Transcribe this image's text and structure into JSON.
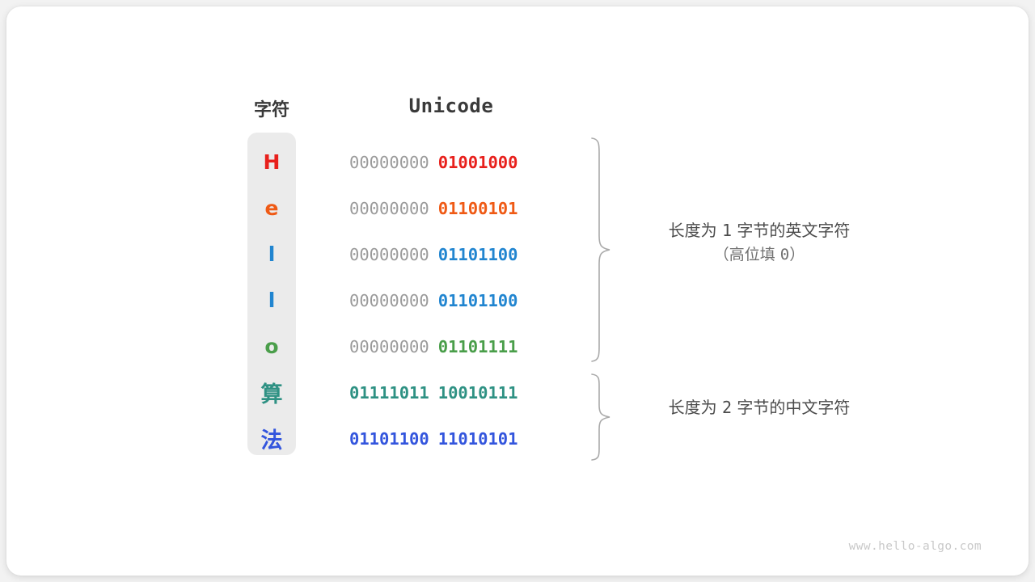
{
  "canvas": {
    "background": "#f2f2f2",
    "card_background": "#ffffff"
  },
  "headers": {
    "character": "字符",
    "unicode": "Unicode"
  },
  "colors": {
    "char_column_bg": "#ebebeb",
    "high_byte_gray": "#9a9a9a",
    "red": "#e8201c",
    "orange": "#ef5a15",
    "blue": "#2185d0",
    "green": "#4a9e4a",
    "teal": "#2e9183",
    "indigo": "#3355dd",
    "annotation_text": "#4b4b4b",
    "annotation_sub": "#707070",
    "brace": "#aaaaaa",
    "watermark": "#c9c9c9"
  },
  "rows": [
    {
      "char": "H",
      "char_color": "#e8201c",
      "script": "latin",
      "high_byte": "00000000",
      "low_byte": "01001000",
      "high_byte_filled": false,
      "low_color": "#e8201c"
    },
    {
      "char": "e",
      "char_color": "#ef5a15",
      "script": "latin",
      "high_byte": "00000000",
      "low_byte": "01100101",
      "high_byte_filled": false,
      "low_color": "#ef5a15"
    },
    {
      "char": "l",
      "char_color": "#2185d0",
      "script": "latin",
      "high_byte": "00000000",
      "low_byte": "01101100",
      "high_byte_filled": false,
      "low_color": "#2185d0"
    },
    {
      "char": "l",
      "char_color": "#2185d0",
      "script": "latin",
      "high_byte": "00000000",
      "low_byte": "01101100",
      "high_byte_filled": false,
      "low_color": "#2185d0"
    },
    {
      "char": "o",
      "char_color": "#4a9e4a",
      "script": "latin",
      "high_byte": "00000000",
      "low_byte": "01101111",
      "high_byte_filled": false,
      "low_color": "#4a9e4a"
    },
    {
      "char": "算",
      "char_color": "#2e9183",
      "script": "han",
      "high_byte": "01111011",
      "low_byte": "10010111",
      "high_byte_filled": true,
      "high_color": "#2e9183",
      "low_color": "#2e9183"
    },
    {
      "char": "法",
      "char_color": "#3355dd",
      "script": "han",
      "high_byte": "01101100",
      "low_byte": "11010101",
      "high_byte_filled": true,
      "high_color": "#3355dd",
      "low_color": "#3355dd"
    }
  ],
  "annotations": {
    "ascii": {
      "line1": "长度为 1 字节的英文字符",
      "line1_parts": [
        "长度为 ",
        "1",
        " 字节的英文字符"
      ],
      "line2": "（高位填 0）",
      "line2_parts": [
        "（高位填 ",
        "0",
        "）"
      ]
    },
    "han": {
      "line1": "长度为 2 字节的中文字符",
      "line1_parts": [
        "长度为 ",
        "2",
        " 字节的中文字符"
      ]
    }
  },
  "watermark": "www.hello-algo.com"
}
